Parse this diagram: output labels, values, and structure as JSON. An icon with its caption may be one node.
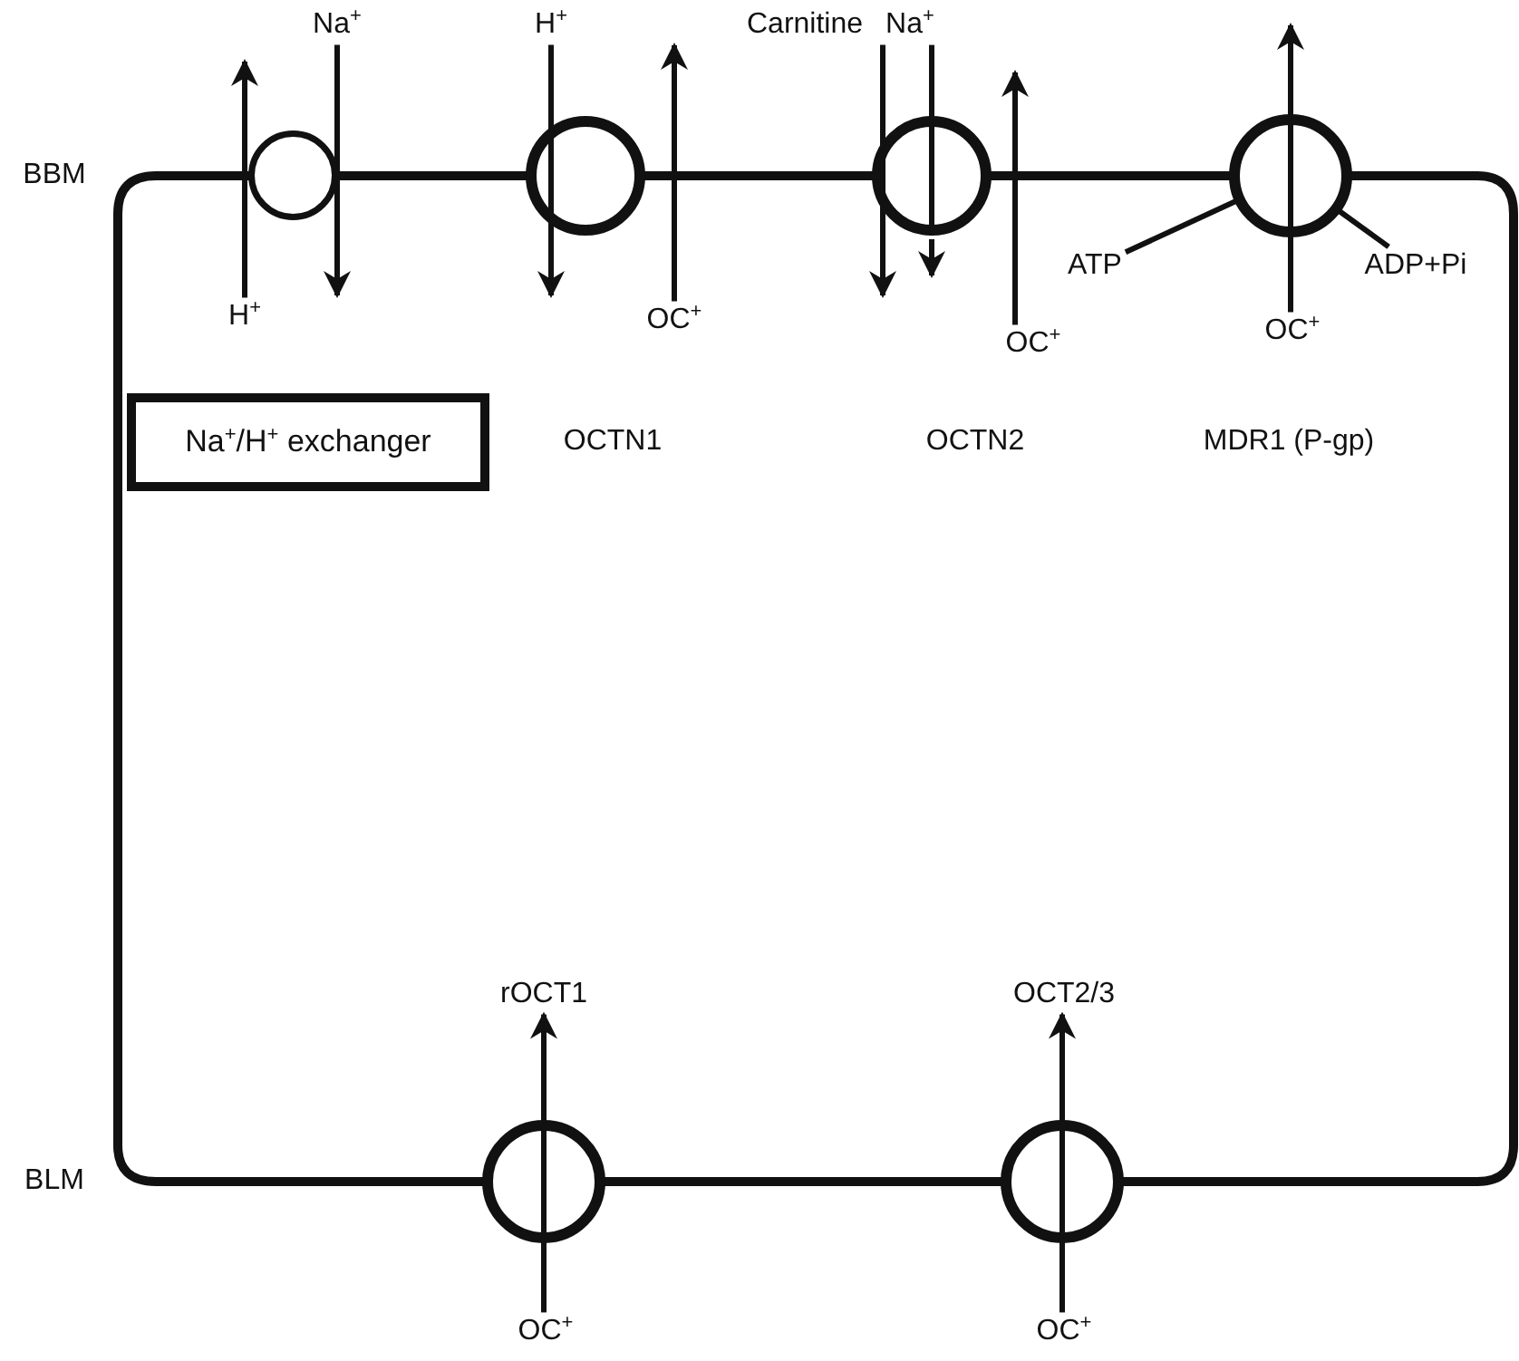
{
  "diagram": {
    "nodes": [
      {
        "text": [
          "Na$^{+}$"
        ]
      },
      {
        "text": [
          "H$^{+}$"
        ]
      },
      {
        "text": [
          "Carnitine"
        ]
      },
      {
        "text": [
          "Na$^{+}$"
        ]
      },
      {
        "text": [],
        "shape": "circle"
      },
      {
        "text": [],
        "shape": "circle"
      },
      {
        "text": [],
        "shape": "circle"
      },
      {
        "text": [],
        "shape": "circle"
      },
      {
        "text": [
          "H$^{+}$"
        ]
      },
      {
        "text": [
          "OC$^{+}$"
        ]
      },
      {
        "text": [
          "OC$^{+}$"
        ]
      },
      {
        "text": [
          "ATP"
        ]
      },
      {
        "text": [
          "ADP+Pi"
        ]
      },
      {
        "text": [
          "OC$^{+}$"
        ]
      },
      {
        "text": [
          "Na$^{+}$/H$^{+}$ exchanger"
        ]
      },
      {
        "text": [],
        "shape": "circle"
      },
      {
        "text": [],
        "shape": "circle"
      },
      {
        "text": [
          "OC$^{+}$"
        ]
      },
      {
        "text": [
          "OC$^{+}$"
        ]
      },
      {
        "text": [
          "rOCT1"
        ]
      },
      {
        "text": [
          "OCT2/3"
        ]
      }
    ],
    "edges": [
      {
        "from": 0,
        "to": null,
        "arrow": "to"
      },
      {
        "from": 8,
        "to": null,
        "arrow": "to"
      },
      {
        "from": 1,
        "to": null,
        "arrow": "to"
      },
      {
        "from": 9,
        "to": null,
        "arrow": "to"
      },
      {
        "from": 2,
        "to": null,
        "arrow": "to"
      },
      {
        "from": 3,
        "to": 6,
        "arrow": "none"
      },
      {
        "from": 10,
        "to": null,
        "arrow": "to"
      },
      {
        "from": 13,
        "to": null,
        "arrow": "to"
      },
      {
        "from": 11,
        "to": 7,
        "arrow": "none"
      },
      {
        "from": 7,
        "to": 12,
        "arrow": "none"
      },
      {
        "from": 17,
        "to": 15,
        "arrow": "none"
      },
      {
        "from": 18,
        "to": 16,
        "arrow": "none"
      },
      {
        "from": 15,
        "to": 19,
        "arrow": "to"
      },
      {
        "from": 16,
        "to": 20,
        "arrow": "to"
      },
      {
        "from": 6,
        "to": null,
        "arrow": "to"
      }
    ],
    "labels": [
      "BBM",
      "OCTN1",
      "OCTN2",
      "MDR1 (P-gp)",
      "BLM"
    ]
  }
}
